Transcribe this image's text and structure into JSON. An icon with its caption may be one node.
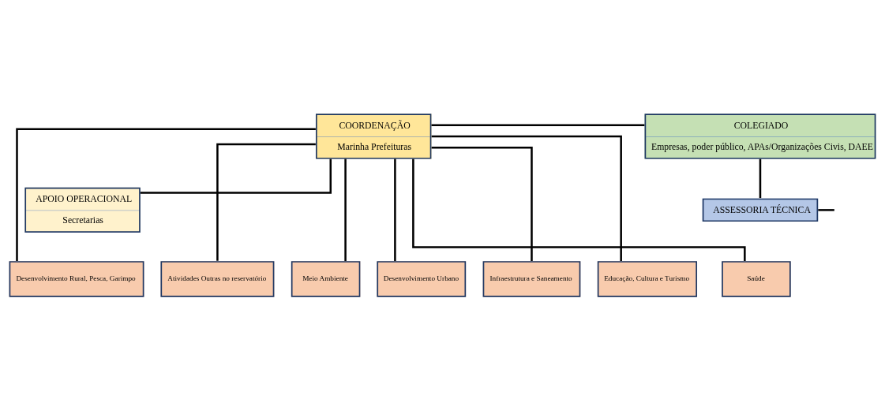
{
  "diagram": {
    "nodes": [
      {
        "text": [
          "COORDENAÇÃO",
          "Marinha Prefeituras"
        ]
      },
      {
        "text": [
          "COLEGIADO",
          "Empresas, poder público, APAs/Organizações Civis, DAEE"
        ]
      },
      {
        "text": [
          "APOIO OPERACIONAL",
          "Secretarias"
        ]
      },
      {
        "text": [
          "ASSESSORIA TÉCNICA"
        ]
      },
      {
        "text": [
          "Desenvolvimento Rural, Pesca, Garimpo"
        ]
      },
      {
        "text": [
          "Atividades Outras no reservatório"
        ]
      },
      {
        "text": [
          "Meio Ambiente"
        ]
      },
      {
        "text": [
          "Desenvolvimento Urbano"
        ]
      },
      {
        "text": [
          "Infraestrutura e Saneamento"
        ]
      },
      {
        "text": [
          "Educação, Cultura e Turismo"
        ]
      },
      {
        "text": [
          "Saúde"
        ]
      }
    ],
    "edges": [
      {
        "from": 0,
        "to": 1,
        "arrow": "none"
      },
      {
        "from": 0,
        "to": 2,
        "arrow": "none"
      },
      {
        "from": 1,
        "to": 3,
        "arrow": "none"
      },
      {
        "from": 3,
        "to": null,
        "arrow": "none"
      },
      {
        "from": 0,
        "to": 4,
        "arrow": "none"
      },
      {
        "from": 0,
        "to": 5,
        "arrow": "none"
      },
      {
        "from": 0,
        "to": 6,
        "arrow": "none"
      },
      {
        "from": 0,
        "to": 7,
        "arrow": "none"
      },
      {
        "from": 0,
        "to": 8,
        "arrow": "none"
      },
      {
        "from": 0,
        "to": 9,
        "arrow": "none"
      },
      {
        "from": 0,
        "to": 10,
        "arrow": "none"
      }
    ]
  }
}
